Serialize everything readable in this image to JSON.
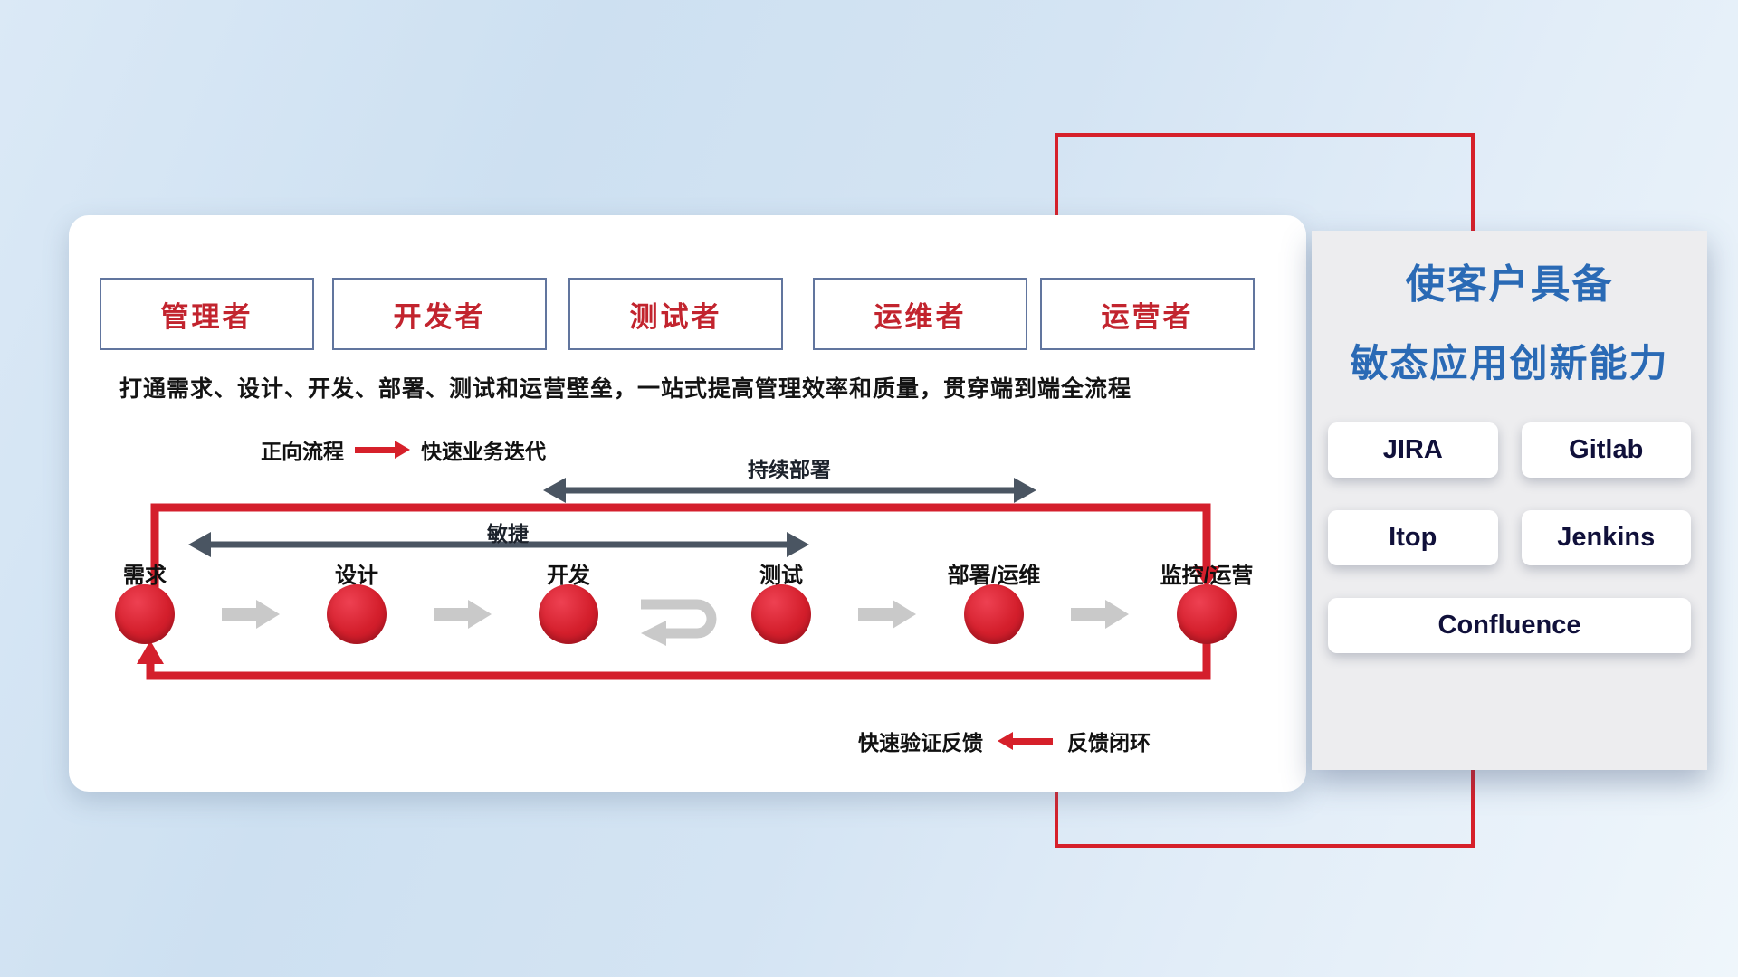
{
  "roles": [
    "管理者",
    "开发者",
    "测试者",
    "运维者",
    "运营者"
  ],
  "subtitle": "打通需求、设计、开发、部署、测试和运营壁垒，一站式提高管理效率和质量，贯穿端到端全流程",
  "legend_forward": {
    "label": "正向流程",
    "desc": "快速业务迭代"
  },
  "flow_arrows": {
    "continuous_deploy": "持续部署",
    "agile": "敏捷"
  },
  "stages": [
    "需求",
    "设计",
    "开发",
    "测试",
    "部署/运维",
    "监控/运营"
  ],
  "legend_feedback": {
    "desc": "快速验证反馈",
    "label": "反馈闭环"
  },
  "right_panel": {
    "title_line1": "使客户具备",
    "title_line2": "敏态应用创新能力",
    "tools": [
      "JIRA",
      "Gitlab",
      "Itop",
      "Jenkins",
      "Confluence"
    ]
  },
  "colors": {
    "accent_red": "#d6202a",
    "role_text": "#c2242e",
    "role_border": "#61759e",
    "dark_arrow": "#4a5562",
    "gray_arrow": "#c9c9c9",
    "title_blue": "#2a6ab5"
  }
}
